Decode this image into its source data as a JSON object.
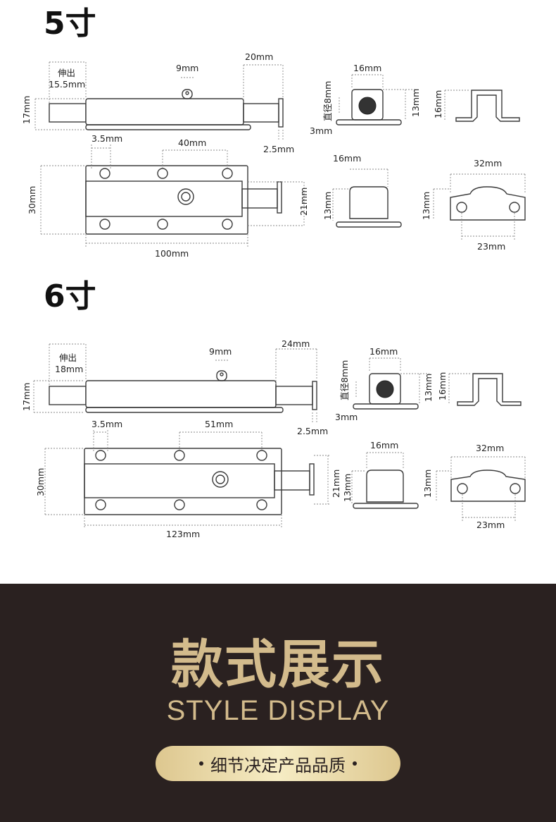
{
  "colors": {
    "line": "#3a3a3a",
    "banner_bg": "#2a2120",
    "gold": "#d3bb8c"
  },
  "size5": {
    "heading": "5寸",
    "stroke": "伸出",
    "stroke_val": "15.5mm",
    "knob_w": "9mm",
    "bolt_out": "20mm",
    "height": "17mm",
    "hole_off": "3.5mm",
    "base_ext": "2.5mm",
    "hole_pitch": "40mm",
    "width": "30mm",
    "bolt_w": "21mm",
    "length": "100mm",
    "keeper_w": "16mm",
    "keeper_dia": "直径8mm",
    "keeper_h": "13mm",
    "keeper_base": "3mm",
    "staple_h": "16mm",
    "keeper_front_w": "16mm",
    "keeper_front_h": "13mm",
    "staple_w": "32mm",
    "staple_front_h": "13mm",
    "staple_inner": "23mm"
  },
  "size6": {
    "heading": "6寸",
    "stroke": "伸出",
    "stroke_val": "18mm",
    "knob_w": "9mm",
    "bolt_out": "24mm",
    "height": "17mm",
    "hole_off": "3.5mm",
    "base_ext": "2.5mm",
    "hole_pitch": "51mm",
    "width": "30mm",
    "bolt_w": "21mm",
    "length": "123mm",
    "keeper_w": "16mm",
    "keeper_dia": "直径8mm",
    "keeper_h": "13mm",
    "keeper_base": "3mm",
    "staple_h": "16mm",
    "keeper_front_w": "16mm",
    "keeper_front_h": "13mm",
    "staple_w": "32mm",
    "staple_front_h": "13mm",
    "staple_inner": "23mm"
  },
  "banner": {
    "title": "款式展示",
    "subtitle": "STYLE DISPLAY",
    "tagline": "细节决定产品品质"
  }
}
